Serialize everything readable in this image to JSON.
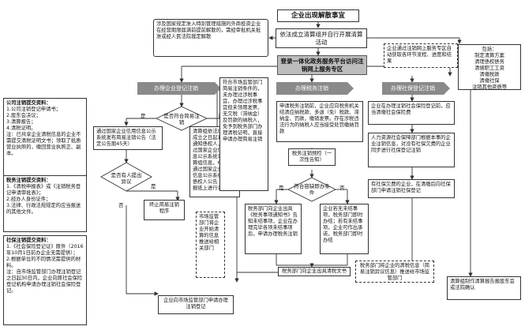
{
  "top": {
    "start": "企业出现解散事宜",
    "liquidation": "依法成立清算组并自行开展清算活动",
    "platform": "登录一体化政务服务平台访问注销网上服务专区",
    "special_note": "涉及国家规定准入特别管理措施的外商投资企业在经营期限届满前提前解散的，需经审批机关批准或经人民法院裁定解散",
    "auto_push": "企业通过注销网上服务专区自动获取各环节流程、进度和结果"
  },
  "lanes": {
    "market": "办理企业登记注销",
    "tax": "办理税务注销",
    "social": "办理社保登记注销"
  },
  "market": {
    "diamond_simple": "是否符合简易注销",
    "yes": "是",
    "no": "否",
    "simple_notice": "通过国家企业信用信息公示系统发布简易注销公告（法定公告期45天）",
    "normal_notice": "清算组依法成立自成立之日起10日内通知债权人，并通过国家企业信用信息公示系统公告清算组信息，60日内通过国家企业信用信息公示系统发布债权人公告（或在报纸上进行公告）",
    "diamond_objection": "是否有人提出异议",
    "yes2": "是",
    "no2": "否",
    "terminate_simple": "终止简易注销程序",
    "apply": "企业向市场监管部门申请办理注销登记"
  },
  "share_dept": "符合市场监管部门简易注销条件的，未办理过涉税事宜，办理过涉税事宜但未领用发票、无欠税（滞纳金）及罚款的纳税人，免予到税务部门办理清税证明，直接申请办理简易注销",
  "market_push": "市场监管部门将企业开始清算的信息推送给相关部门",
  "tax": {
    "apply": "申请税务注销前，企业应向税务机关结清应纳税款、多退（免）税款、滞纳金、罚款，缴销发票。存在涉税违法行为的纳税人应当接受处罚缴纳罚款",
    "pre_check": "税务注销预检（一次性告知）",
    "diamond": "符合容缺即办条件",
    "yes": "是",
    "no": "否",
    "left": "税务部门向企业出具《税务事项通知书》告知未结事项，企业在办理完毕各项未结事项后，申请办理税务注销",
    "right": "企业若无未结事项，税务部门即时办结；若有未结事项，企业可作出承诺，税务部门即时办结",
    "clear_doc": "税务部门向企业出具清税文书"
  },
  "social": {
    "first": "企业在办理注销社会保险登记前，应当清缴社会保险费",
    "second": "人力资源社会保障部门根据本事的企业注销信息，对没有社保欠费的企业同步进行社保登记注销",
    "third": "有社保欠费的企业，在清缴后向社保部门申请注销社保登记"
  },
  "right_box": {
    "label": "包括：",
    "items": [
      "制定清算方案",
      "清理债权债务",
      "清偿职工工资",
      "清缴税款",
      "清缴社保",
      "注销其他资质等"
    ]
  },
  "share_info": "税务部门将企业的清税信息（简易注销异议信息）推送给市场监管部门",
  "final": "清算组制作清算报告报股东会或法院确认",
  "left_side": {
    "market_title": "公司注销提交资料：",
    "market_items": [
      "1.公司注销登记申请书；",
      "2.股东会决议；",
      "3.清算报告；",
      "4.清税证明。",
      "注：已共享企业清税信息的企业不需提交清税证明文书；领取了纸质营业执照的，缴回营业执照正、副本。"
    ],
    "tax_title": "税务注销提交资料：",
    "tax_items": [
      "1.《清税申报表》或《注销税务登记申请审批表》；",
      "2.经办人身份证件；",
      "3.法律、行政法规规定的应当报送的其他文件。"
    ],
    "social_title": "社保注销提交资料：",
    "social_items": [
      "1.《社会保险登记证》原件（2016年10月1日前办企业无需提供）；",
      "2.根据单位的不同情况需提供的材料。",
      "注：自市场监管部门办理注销登记之日起30日内，企业向原社会保险登记机构申请办理注销社会保险登记。"
    ]
  }
}
